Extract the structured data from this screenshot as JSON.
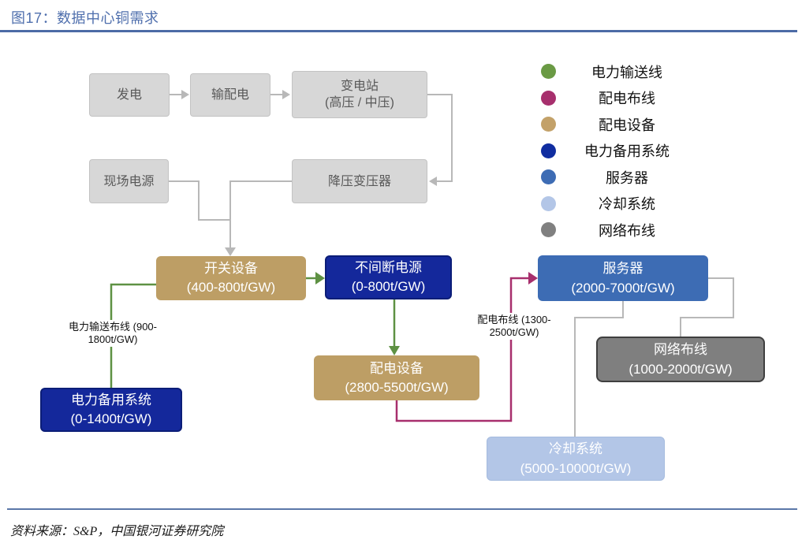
{
  "title": "图17：数据中心铜需求",
  "source": "资料来源：S&P，中国银河证券研究院",
  "legend": [
    {
      "label": "电力输送线",
      "color": "#6a9a44"
    },
    {
      "label": "配电布线",
      "color": "#a72f6d"
    },
    {
      "label": "配电设备",
      "color": "#c3a169"
    },
    {
      "label": "电力备用系统",
      "color": "#102da0"
    },
    {
      "label": "服务器",
      "color": "#3d6cb4"
    },
    {
      "label": "冷却系统",
      "color": "#b3c6e7"
    },
    {
      "label": "网络布线",
      "color": "#808080"
    }
  ],
  "nodes": {
    "generation": {
      "line1": "发电"
    },
    "transmission": {
      "line1": "输配电"
    },
    "substation": {
      "line1": "变电站",
      "line2": "(高压 / 中压)"
    },
    "onsite_power": {
      "line1": "现场电源"
    },
    "stepdown_transformer": {
      "line1": "降压变压器"
    },
    "switchgear": {
      "line1": "开关设备",
      "line2": "(400-800t/GW)"
    },
    "ups": {
      "line1": "不间断电源",
      "line2": "(0-800t/GW)"
    },
    "server": {
      "line1": "服务器",
      "line2": "(2000-7000t/GW)"
    },
    "pdu": {
      "line1": "配电设备",
      "line2": "(2800-5500t/GW)"
    },
    "backup_power": {
      "line1": "电力备用系统",
      "line2": "(0-1400t/GW)"
    },
    "network_cabling": {
      "line1": "网络布线",
      "line2": "(1000-2000t/GW)"
    },
    "cooling": {
      "line1": "冷却系统",
      "line2": "(5000-10000t/GW)"
    }
  },
  "edge_labels": {
    "power_transmission_wiring": {
      "line1": "电力输送布线",
      "line2": "(900-1800t/GW)"
    },
    "distribution_wiring": {
      "line1": "配电布线",
      "line2": "(1300-2500t/GW)"
    }
  },
  "colors": {
    "title_blue": "#4f6fad",
    "rule_blue": "#4c6ba6",
    "box_gray": "#d7d7d7",
    "box_tan": "#bd9e65",
    "box_navy": "#14289b",
    "box_blue": "#3d6cb4",
    "box_dark_gray": "#7f7f7f",
    "box_light_blue": "#b3c6e7",
    "wire_gray": "#b8b8b8",
    "wire_green": "#5e9143",
    "wire_magenta": "#a72f6d"
  }
}
